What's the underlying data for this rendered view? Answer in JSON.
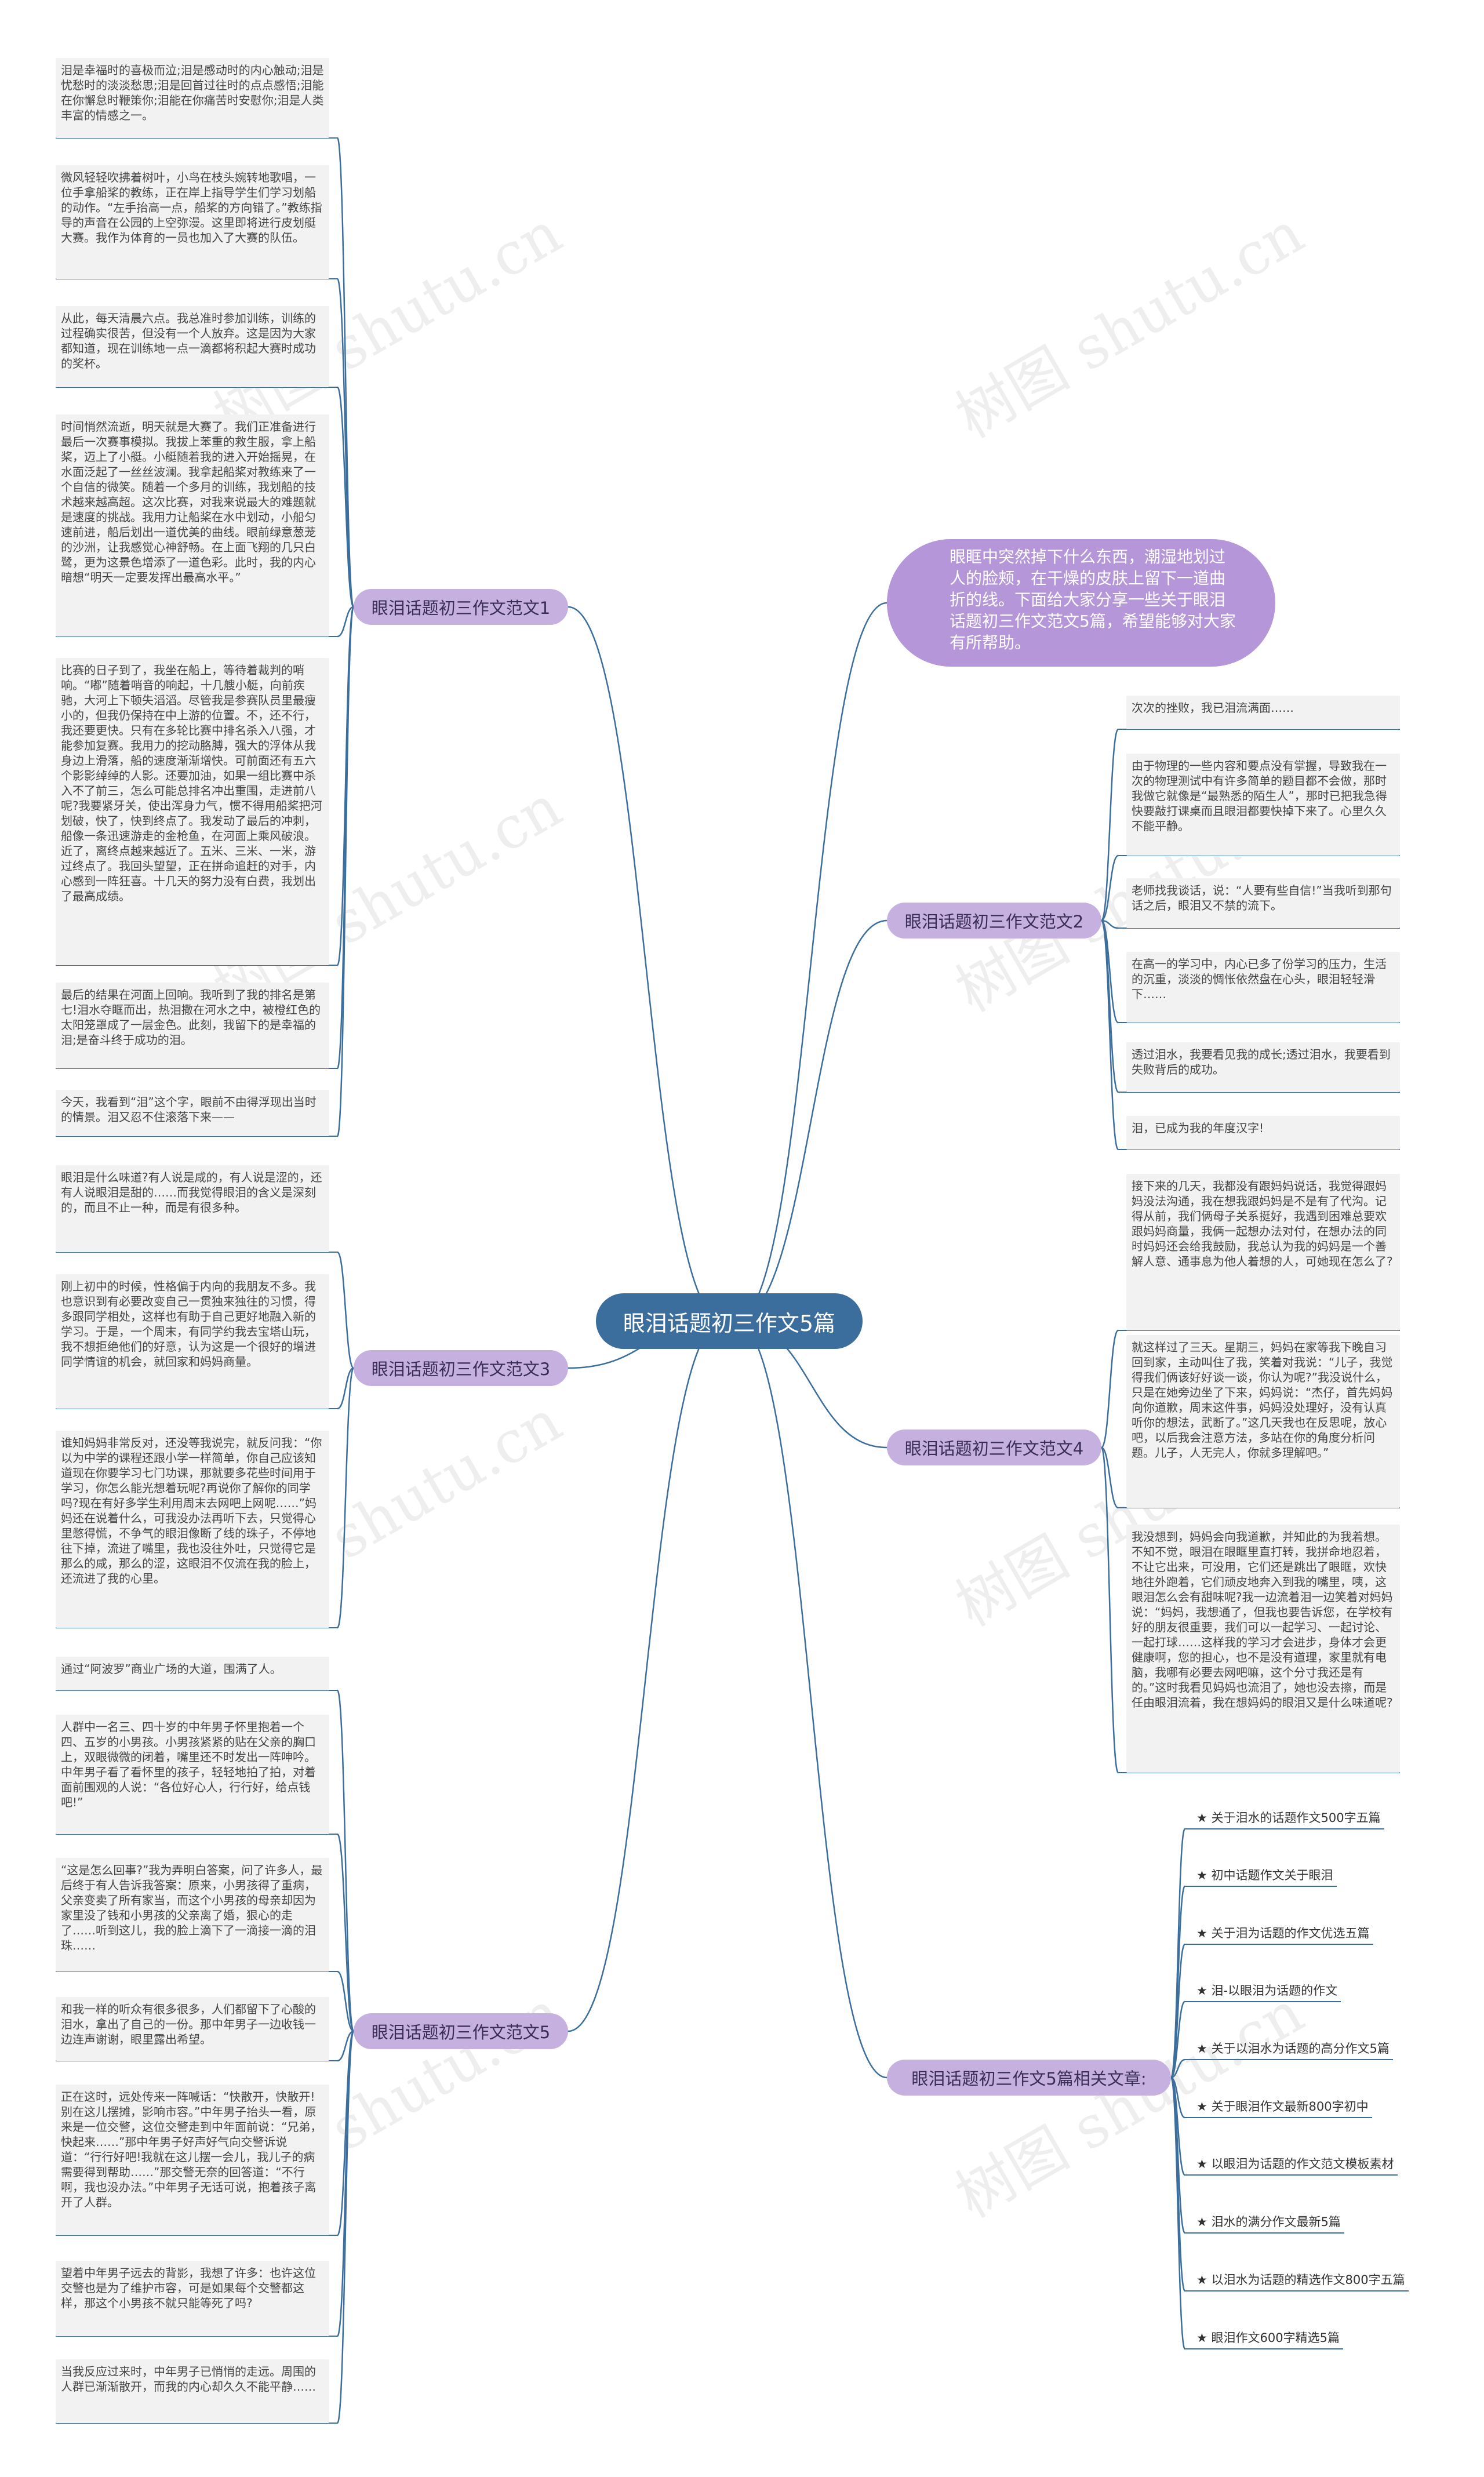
{
  "root": {
    "title": "眼泪话题初三作文5篇"
  },
  "intro": {
    "text": "眼眶中突然掉下什么东西，潮湿地划过人的脸颊，在干燥的皮肤上留下一道曲折的线。下面给大家分享一些关于眼泪话题初三作文范文5篇，希望能够对大家有所帮助。"
  },
  "branches": {
    "b1": {
      "label": "眼泪话题初三作文范文1",
      "leaves": [
        "泪是幸福时的喜极而泣;泪是感动时的内心触动;泪是忧愁时的淡淡愁思;泪是回首过往时的点点感悟;泪能在你懈怠时鞭策你;泪能在你痛苦时安慰你;泪是人类丰富的情感之一。",
        "微风轻轻吹拂着树叶，小鸟在枝头婉转地歌唱，一位手拿船桨的教练，正在岸上指导学生们学习划船的动作。“左手抬高一点，船桨的方向错了。”教练指导的声音在公园的上空弥漫。这里即将进行皮划艇大赛。我作为体育的一员也加入了大赛的队伍。",
        "从此，每天清晨六点。我总准时参加训练，训练的过程确实很苦，但没有一个人放弃。这是因为大家都知道，现在训练地一点一滴都将积起大赛时成功的奖杯。",
        "时间悄然流逝，明天就是大赛了。我们正准备进行最后一次赛事模拟。我拔上苯重的救生服，拿上船桨，迈上了小艇。小艇随着我的进入开始摇晃，在水面泛起了一丝丝波澜。我拿起船桨对教练来了一个自信的微笑。随着一个多月的训练，我划船的技术越来越高超。这次比赛，对我来说最大的难题就是速度的挑战。我用力让船桨在水中划动，小船匀速前进，船后划出一道优美的曲线。眼前绿意葱茏的沙洲，让我感觉心神舒畅。在上面飞翔的几只白鹭，更为这景色增添了一道色彩。此时，我的内心暗想“明天一定要发挥出最高水平。”",
        "比赛的日子到了，我坐在船上，等待着裁判的哨响。“嘟”随着哨音的响起，十几艘小艇，向前疾驰，大河上下顿失滔滔。尽管我是参赛队员里最瘦小的，但我仍保持在中上游的位置。不，还不行，我还要更快。只有在多轮比赛中排名杀入八强，才能参加复赛。我用力的挖动胳膊，强大的浮体从我身边上滑落，船的速度渐渐增快。可前面还有五六个影影绰绰的人影。还要加油，如果一组比赛中杀入不了前三，怎么可能总排名冲出重围，走进前八呢?我要紧牙关，使出浑身力气，惯不得用船桨把河划破，快了，快到终点了。我发动了最后的冲刺，船像一条迅速游走的金枪鱼，在河面上乘风破浪。近了，离终点越来越近了。五米、三米、一米，游过终点了。我回头望望，正在拼命追赶的对手，内心感到一阵狂喜。十几天的努力没有白费，我划出了最高成绩。",
        "最后的结果在河面上回响。我听到了我的排名是第七!泪水夺眶而出，热泪撒在河水之中，被橙红色的太阳笼罩成了一层金色。此刻，我留下的是幸福的泪;是奋斗终于成功的泪。",
        "今天，我看到“泪”这个字，眼前不由得浮现出当时的情景。泪又忍不住滚落下来——"
      ]
    },
    "b2": {
      "label": "眼泪话题初三作文范文2",
      "leaves": [
        "次次的挫败，我已泪流满面……",
        "由于物理的一些内容和要点没有掌握，导致我在一次的物理测试中有许多简单的题目都不会做，那时我做它就像是“最熟悉的陌生人”，那时已把我急得快要敲打课桌而且眼泪都要快掉下来了。心里久久不能平静。",
        "老师找我谈话，说：“人要有些自信!”当我听到那句话之后，眼泪又不禁的流下。",
        "在高一的学习中，内心已多了份学习的压力，生活的沉重，淡淡的惆怅依然盘在心头，眼泪轻轻滑下……",
        "透过泪水，我要看见我的成长;透过泪水，我要看到失败背后的成功。",
        "泪，已成为我的年度汉字!"
      ]
    },
    "b3": {
      "label": "眼泪话题初三作文范文3",
      "leaves": [
        "眼泪是什么味道?有人说是咸的，有人说是涩的，还有人说眼泪是甜的……而我觉得眼泪的含义是深刻的，而且不止一种，而是有很多种。",
        "刚上初中的时候，性格偏于内向的我朋友不多。我也意识到有必要改变自己一贯独来独往的习惯，得多跟同学相处，这样也有助于自己更好地融入新的学习。于是，一个周末，有同学约我去宝塔山玩，我不想拒绝他们的好意，认为这是一个很好的增进同学情谊的机会，就回家和妈妈商量。",
        "谁知妈妈非常反对，还没等我说完，就反问我：“你以为中学的课程还跟小学一样简单，你自己应该知道现在你要学习七门功课，那就要多花些时间用于学习，你怎么能光想着玩呢?再说你了解你的同学吗?现在有好多学生利用周末去网吧上网呢……”妈妈还在说着什么，可我没办法再听下去，只觉得心里憋得慌，不争气的眼泪像断了线的珠子，不停地往下掉，流进了嘴里，我也没往外吐，只觉得它是那么的咸，那么的涩，这眼泪不仅流在我的脸上，还流进了我的心里。"
      ]
    },
    "b4": {
      "label": "眼泪话题初三作文范文4",
      "leaves": [
        "接下来的几天，我都没有跟妈妈说话，我觉得跟妈妈没法沟通，我在想我跟妈妈是不是有了代沟。记得从前，我们俩母子关系挺好，我遇到困难总要欢跟妈妈商量，我俩一起想办法对付，在想办法的同时妈妈还会给我鼓励，我总认为我的妈妈是一个善解人意、通事息为他人着想的人，可她现在怎么了?",
        "就这样过了三天。星期三，妈妈在家等我下晚自习回到家，主动叫住了我，笑着对我说：“儿子，我觉得我们俩该好好谈一谈，你认为呢?”我没说什么，只是在她旁边坐了下来，妈妈说：“杰仔，首先妈妈向你道歉，周末这件事，妈妈没处理好，没有认真听你的想法，武断了。”这几天我也在反思呢，放心吧，以后我会注意方法，多站在你的角度分析问题。儿子，人无完人，你就多理解吧。”",
        "我没想到，妈妈会向我道歉，并知此的为我着想。不知不觉，眼泪在眼眶里直打转，我拼命地忍着，不让它出来，可没用，它们还是跳出了眼眶，欢快地往外跑着，它们顽皮地奔入到我的嘴里，咦，这眼泪怎么会有甜味呢?我一边流着泪一边笑着对妈妈说：“妈妈，我想通了，但我也要告诉您，在学校有好的朋友很重要，我们可以一起学习、一起讨论、一起打球……这样我的学习才会进步，身体才会更健康啊，您的担心，也不是没有道理，家里就有电脑，我哪有必要去网吧嘛，这个分寸我还是有的。”这时我看见妈妈也流泪了，她也没去擦，而是任由眼泪流着，我在想妈妈的眼泪又是什么味道呢?"
      ]
    },
    "b5": {
      "label": "眼泪话题初三作文范文5",
      "leaves": [
        "通过“阿波罗”商业广场的大道，围满了人。",
        "人群中一名三、四十岁的中年男子怀里抱着一个四、五岁的小男孩。小男孩紧紧的贴在父亲的胸口上，双眼微微的闭着，嘴里还不时发出一阵呻吟。中年男子看了看怀里的孩子，轻轻地拍了拍，对着面前围观的人说：“各位好心人，行行好，给点钱吧!”",
        "“这是怎么回事?”我为弄明白答案，问了许多人，最后终于有人告诉我答案：原来，小男孩得了重病，父亲变卖了所有家当，而这个小男孩的母亲却因为家里没了钱和小男孩的父亲离了婚，狠心的走了……听到这儿，我的脸上滴下了一滴接一滴的泪珠……",
        "和我一样的听众有很多很多，人们都留下了心酸的泪水，拿出了自己的一份。那中年男子一边收钱一边连声谢谢，眼里露出希望。",
        "正在这时，远处传来一阵喊话：“快散开，快散开!别在这儿摆摊，影响市容。”中年男子抬头一看，原来是一位交警，这位交警走到中年面前说：“兄弟，快起来……”那中年男子好声好气向交警诉说道：“行行好吧!我就在这儿摆一会儿，我儿子的病需要得到帮助……”那交警无奈的回答道：“不行啊，我也没办法。”中年男子无话可说，抱着孩子离开了人群。",
        "望着中年男子远去的背影，我想了许多：也许这位交警也是为了维护市容，可是如果每个交警都这样，那这个小男孩不就只能等死了吗?",
        "当我反应过来时，中年男子已悄悄的走远。周围的人群已渐渐散开，而我的内心却久久不能平静……"
      ]
    },
    "b6": {
      "label": "眼泪话题初三作文5篇相关文章:",
      "links": [
        "★ 关于泪水的话题作文500字五篇",
        "★ 初中话题作文关于眼泪",
        "★ 关于泪为话题的作文优选五篇",
        "★ 泪-以眼泪为话题的作文",
        "★ 关于以泪水为话题的高分作文5篇",
        "★ 关于眼泪作文最新800字初中",
        "★ 以眼泪为话题的作文范文模板素材",
        "★ 泪水的满分作文最新5篇",
        "★ 以泪水为话题的精选作文800字五篇",
        "★ 眼泪作文600字精选5篇"
      ]
    }
  },
  "watermark": "树图 shutu.cn",
  "colors": {
    "root": "#3b6e9d",
    "branch": "#c5b0e0",
    "intro": "#b596d8",
    "edge": "#3b6e9d",
    "leaf_bg": "#f2f2f2"
  }
}
